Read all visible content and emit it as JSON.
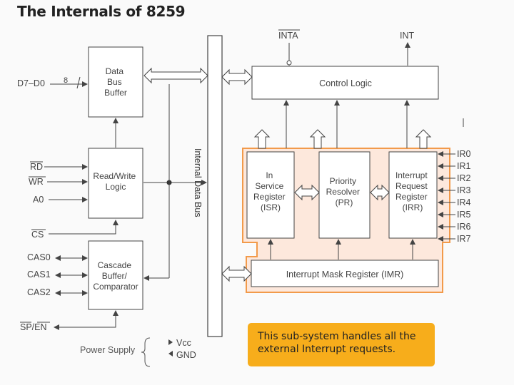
{
  "title": "The Internals of 8259",
  "top_signals": {
    "inta": "INTA",
    "int": "INT"
  },
  "data_bus": {
    "pins": "D7–D0",
    "width": "8",
    "label": [
      "Data",
      "Bus",
      "Buffer"
    ]
  },
  "control_logic": "Control Logic",
  "internal_bus": "Internal Data Bus",
  "rw_logic": {
    "label": [
      "Read/Write",
      "Logic"
    ],
    "pins": [
      "RD",
      "WR",
      "A0",
      "CS"
    ]
  },
  "cascade": {
    "label": [
      "Cascade",
      "Buffer/",
      "Comparator"
    ],
    "pins": [
      "CAS0",
      "CAS1",
      "CAS2",
      "SP/EN"
    ]
  },
  "isr": [
    "In",
    "Service",
    "Register",
    "(ISR)"
  ],
  "pr": [
    "Priority",
    "Resolver",
    "(PR)"
  ],
  "irr": [
    "Interrupt",
    "Request",
    "Register",
    "(IRR)"
  ],
  "imr": "Interrupt Mask Register (IMR)",
  "ir_lines": [
    "IR0",
    "IR1",
    "IR2",
    "IR3",
    "IR4",
    "IR5",
    "IR6",
    "IR7"
  ],
  "power": {
    "label": "Power Supply",
    "vcc": "Vcc",
    "gnd": "GND"
  },
  "callout": "This sub-system handles all the external Interrupt requests.",
  "colors": {
    "highlight_fill": "#fde8dc",
    "highlight_border": "#f29a4a",
    "callout": "#f7ad1b"
  }
}
